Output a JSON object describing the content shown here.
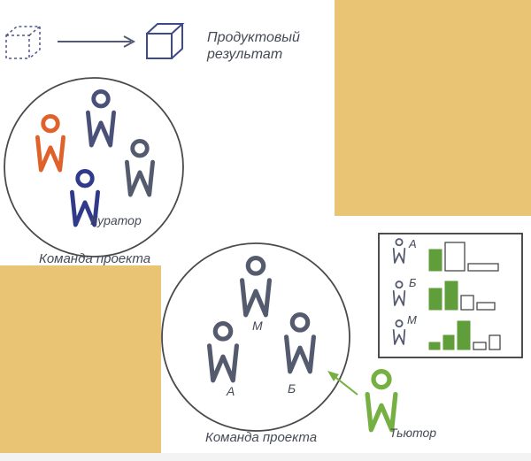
{
  "product_label_line1": "Продуктовый",
  "product_label_line2": "результат",
  "team_label_top": "Команда проекта",
  "team_label_bottom": "Команда проекта",
  "curator_label": "Куратор",
  "tutor_label": "Тьютор",
  "member_m": "М",
  "member_a": "А",
  "member_b": "Б",
  "chart_rows": [
    {
      "letter": "А",
      "values": [
        3,
        4,
        1
      ]
    },
    {
      "letter": "Б",
      "values": [
        3,
        4,
        2,
        1
      ]
    },
    {
      "letter": "М",
      "values": [
        1,
        2,
        4,
        1,
        2
      ]
    }
  ],
  "colors": {
    "navy": "#3f4a8c",
    "slate": "#545b6e",
    "orange": "#e0622a",
    "green": "#76b043",
    "bar_green": "#5f9e3a",
    "tan": "#e9c475"
  },
  "icons": [
    "dashed-cube-icon",
    "solid-cube-icon",
    "arrow-right-icon",
    "person-icon",
    "green-arrow-icon"
  ]
}
